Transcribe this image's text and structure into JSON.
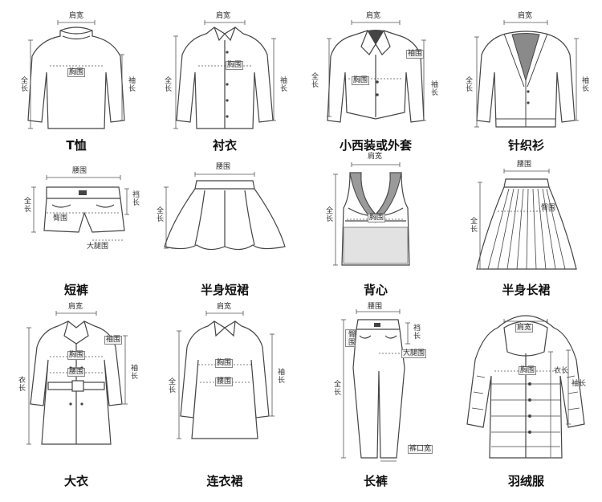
{
  "garments": [
    {
      "name": "T恤",
      "labels": {
        "shoulder": "肩宽",
        "length": "全长",
        "sleeve": "袖长",
        "chest": "胸围"
      }
    },
    {
      "name": "衬衣",
      "labels": {
        "shoulder": "肩宽",
        "length": "全长",
        "sleeve": "袖长",
        "chest": "胸围"
      }
    },
    {
      "name": "小西装或外套",
      "labels": {
        "shoulder": "肩宽",
        "length": "全长",
        "sleeve": "袖长",
        "chest": "胸围",
        "sleeve_short": "袖围"
      }
    },
    {
      "name": "针织衫",
      "labels": {
        "shoulder": "肩宽",
        "length": "全长",
        "sleeve": "袖长"
      }
    },
    {
      "name": "短裤",
      "labels": {
        "waist": "腰围",
        "length": "全长",
        "crotch": "裆长",
        "hip": "臀围",
        "thigh": "大腿围"
      }
    },
    {
      "name": "半身短裙",
      "labels": {
        "waist": "腰围",
        "length": "全长"
      }
    },
    {
      "name": "背心",
      "labels": {
        "shoulder": "肩宽",
        "length": "全长",
        "chest": "胸围"
      }
    },
    {
      "name": "半身长裙",
      "labels": {
        "waist": "腰围",
        "length": "全长",
        "hip": "臀围"
      }
    },
    {
      "name": "大衣",
      "labels": {
        "shoulder": "肩宽",
        "length": "衣长",
        "sleeve": "袖长",
        "chest": "胸围",
        "waist": "腰围",
        "sleeve_short": "袖围"
      }
    },
    {
      "name": "连衣裙",
      "labels": {
        "shoulder": "肩宽",
        "length": "全长",
        "sleeve": "袖长",
        "chest": "胸围",
        "waist": "腰围"
      }
    },
    {
      "name": "长裤",
      "labels": {
        "waist": "腰围",
        "length": "全长",
        "crotch": "裆长",
        "hip": "臀围",
        "thigh": "大腿围",
        "hem": "裤口宽"
      }
    },
    {
      "name": "羽绒服",
      "labels": {
        "shoulder": "肩宽",
        "chest": "胸围",
        "length": "衣长",
        "sleeve": "袖长"
      }
    }
  ]
}
